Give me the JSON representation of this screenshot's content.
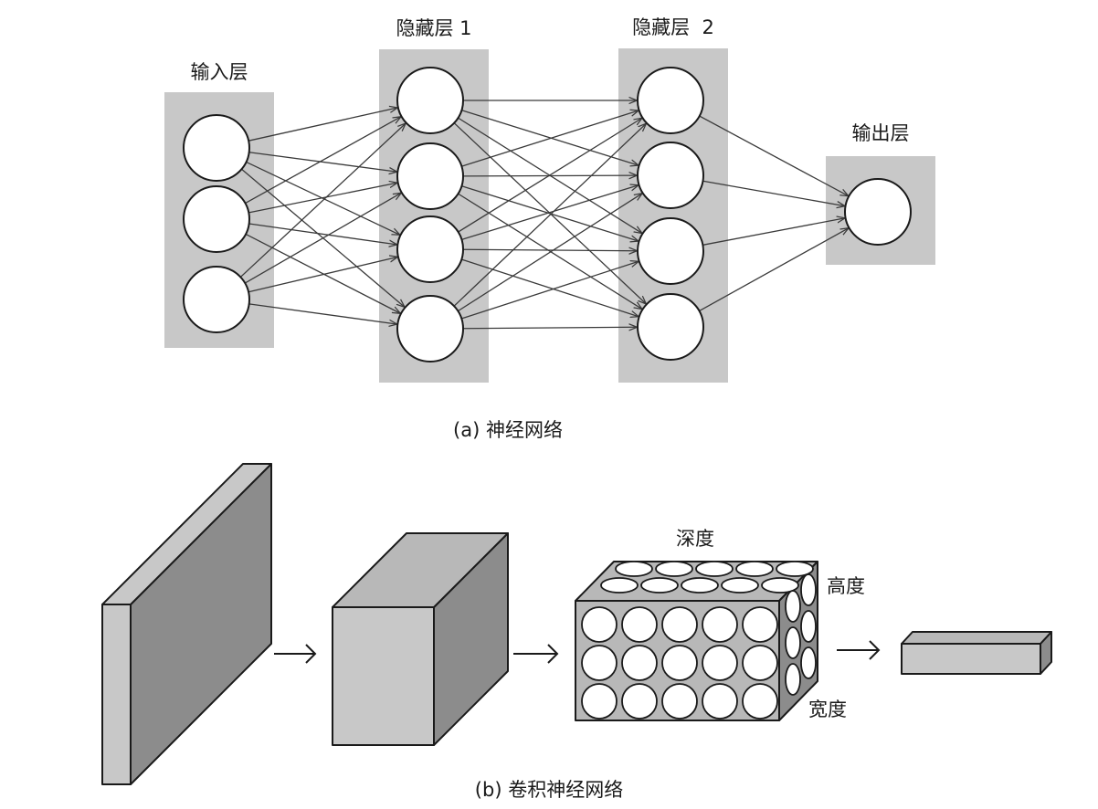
{
  "neural_network": {
    "layers": [
      {
        "label": "输入层",
        "neurons": 3
      },
      {
        "label": "隐藏层 1",
        "neurons": 4
      },
      {
        "label": "隐藏层  2",
        "neurons": 4
      },
      {
        "label": "输出层",
        "neurons": 1
      }
    ],
    "caption": "(a) 神经网络"
  },
  "cnn": {
    "depth_label": "深度",
    "height_label": "高度",
    "width_label": "宽度",
    "caption": "(b) 卷积神经网络"
  },
  "colors": {
    "layer_background": "#c8c8c8",
    "face_light": "#c8c8c8",
    "face_mid": "#b8b8b8",
    "face_dark": "#8c8c8c",
    "outline": "#1a1a1a"
  }
}
